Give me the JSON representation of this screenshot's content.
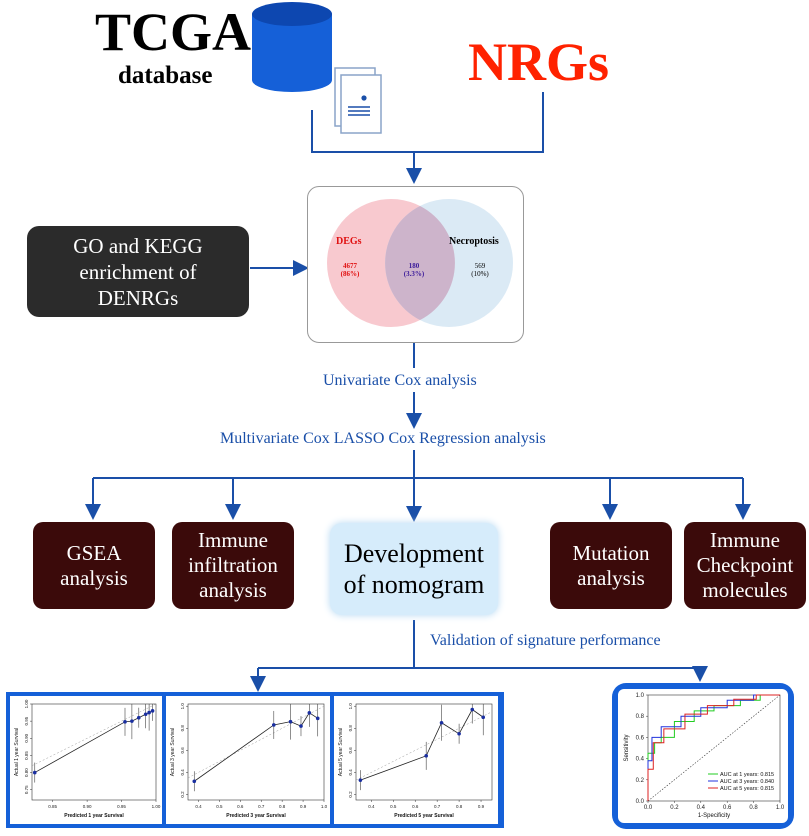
{
  "header": {
    "tcga": "TCGA",
    "database": "database",
    "nrgs": "NRGs"
  },
  "venn": {
    "left_label": "DEGs",
    "right_label": "Necroptosis",
    "left_count": "4677",
    "left_pct": "(86%)",
    "mid_count": "180",
    "mid_pct": "(3.3%)",
    "right_count": "569",
    "right_pct": "(10%)"
  },
  "go_box": {
    "line1": "GO and KEGG",
    "line2": "enrichment of",
    "line3": "DENRGs"
  },
  "steps": {
    "univariate": "Univariate Cox analysis",
    "multivariate": "Multivariate Cox LASSO Cox Regression analysis",
    "validation": "Validation of signature performance"
  },
  "outputs": {
    "gsea": [
      "GSEA",
      "analysis"
    ],
    "immune_infiltration": [
      "Immune",
      "infiltration",
      "analysis"
    ],
    "nomogram": [
      "Development",
      "of nomogram"
    ],
    "mutation": [
      "Mutation",
      "analysis"
    ],
    "checkpoint": [
      "Immune",
      "Checkpoint",
      "molecules"
    ]
  },
  "calibration": [
    {
      "ylabel": "Actual 1 year Survival",
      "xlabel": "Predicted 1 year Survival",
      "xticks": [
        "0.85",
        "0.90",
        "0.95",
        "1.00"
      ],
      "yticks": [
        "0.75",
        "0.80",
        "0.85",
        "0.90",
        "0.95",
        "1.00"
      ],
      "xlim": [
        0.82,
        1.0
      ],
      "ylim": [
        0.72,
        1.0
      ],
      "points": [
        [
          0.824,
          0.8
        ],
        [
          0.955,
          0.948
        ],
        [
          0.965,
          0.95
        ],
        [
          0.975,
          0.96
        ],
        [
          0.985,
          0.97
        ],
        [
          0.99,
          0.975
        ],
        [
          0.995,
          0.98
        ]
      ]
    },
    {
      "ylabel": "Actual 3 year Survival",
      "xlabel": "Predicted 3 year Survival",
      "xticks": [
        "0.4",
        "0.5",
        "0.6",
        "0.7",
        "0.8",
        "0.9",
        "1.0"
      ],
      "yticks": [
        "0.2",
        "0.4",
        "0.6",
        "0.8",
        "1.0"
      ],
      "xlim": [
        0.35,
        1.0
      ],
      "ylim": [
        0.15,
        1.02
      ],
      "points": [
        [
          0.38,
          0.32
        ],
        [
          0.76,
          0.83
        ],
        [
          0.84,
          0.86
        ],
        [
          0.89,
          0.82
        ],
        [
          0.93,
          0.94
        ],
        [
          0.97,
          0.89
        ]
      ]
    },
    {
      "ylabel": "Actual 5 year Survival",
      "xlabel": "Predicted 5 year Survival",
      "xticks": [
        "0.4",
        "0.5",
        "0.6",
        "0.7",
        "0.8",
        "0.9"
      ],
      "yticks": [
        "0.2",
        "0.4",
        "0.6",
        "0.8",
        "1.0"
      ],
      "xlim": [
        0.33,
        0.95
      ],
      "ylim": [
        0.15,
        1.02
      ],
      "points": [
        [
          0.35,
          0.33
        ],
        [
          0.65,
          0.55
        ],
        [
          0.72,
          0.85
        ],
        [
          0.8,
          0.75
        ],
        [
          0.86,
          0.97
        ],
        [
          0.91,
          0.9
        ]
      ]
    }
  ],
  "roc": {
    "xlabel": "1-Specificity",
    "ylabel": "Sensitivity",
    "ticks": [
      "0.0",
      "0.2",
      "0.4",
      "0.6",
      "0.8",
      "1.0"
    ],
    "legend": [
      "AUC at 1 years: 0.815",
      "AUC at 3 years: 0.840",
      "AUC at 5 years: 0.815"
    ],
    "colors": [
      "#22cc22",
      "#2233dd",
      "#dd2222"
    ],
    "curves": [
      [
        [
          0,
          0
        ],
        [
          0,
          0.45
        ],
        [
          0.05,
          0.45
        ],
        [
          0.05,
          0.55
        ],
        [
          0.1,
          0.55
        ],
        [
          0.1,
          0.6
        ],
        [
          0.2,
          0.6
        ],
        [
          0.2,
          0.75
        ],
        [
          0.35,
          0.75
        ],
        [
          0.35,
          0.85
        ],
        [
          0.5,
          0.85
        ],
        [
          0.5,
          0.9
        ],
        [
          0.7,
          0.9
        ],
        [
          0.7,
          0.95
        ],
        [
          0.85,
          0.95
        ],
        [
          0.85,
          1.0
        ],
        [
          1,
          1
        ]
      ],
      [
        [
          0,
          0
        ],
        [
          0,
          0.38
        ],
        [
          0.03,
          0.38
        ],
        [
          0.03,
          0.6
        ],
        [
          0.1,
          0.6
        ],
        [
          0.1,
          0.7
        ],
        [
          0.25,
          0.7
        ],
        [
          0.25,
          0.8
        ],
        [
          0.4,
          0.8
        ],
        [
          0.4,
          0.88
        ],
        [
          0.6,
          0.88
        ],
        [
          0.6,
          0.95
        ],
        [
          0.8,
          0.95
        ],
        [
          0.8,
          1.0
        ],
        [
          1,
          1
        ]
      ],
      [
        [
          0,
          0
        ],
        [
          0,
          0.3
        ],
        [
          0.04,
          0.3
        ],
        [
          0.04,
          0.55
        ],
        [
          0.12,
          0.55
        ],
        [
          0.12,
          0.68
        ],
        [
          0.28,
          0.68
        ],
        [
          0.28,
          0.82
        ],
        [
          0.45,
          0.82
        ],
        [
          0.45,
          0.9
        ],
        [
          0.65,
          0.9
        ],
        [
          0.65,
          0.96
        ],
        [
          0.82,
          0.96
        ],
        [
          0.82,
          1.0
        ],
        [
          1,
          1
        ]
      ]
    ]
  }
}
